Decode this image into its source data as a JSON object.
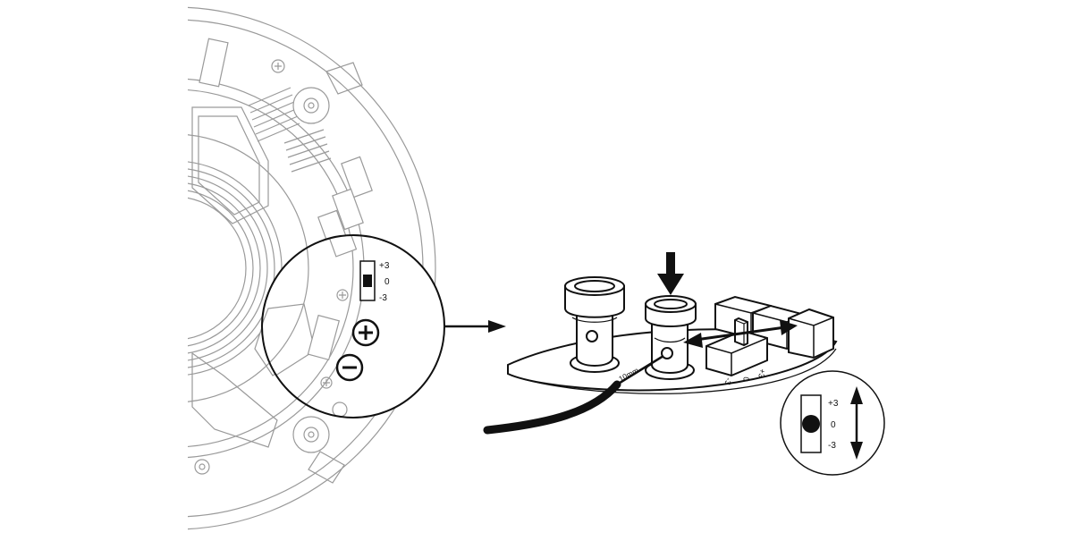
{
  "zoom_switch": {
    "labels": [
      "+3",
      "0",
      "-3"
    ]
  },
  "board": {
    "cable_label": "10mm",
    "switch_markings": [
      "-3",
      "0",
      "+3"
    ]
  },
  "inset_switch": {
    "labels": [
      "+3",
      "0",
      "-3"
    ]
  },
  "icons": {
    "plus": "plus-terminal-icon",
    "minus": "minus-terminal-icon"
  },
  "colors": {
    "line": "#111111",
    "housing": "#9a9a9a",
    "background": "#ffffff"
  }
}
